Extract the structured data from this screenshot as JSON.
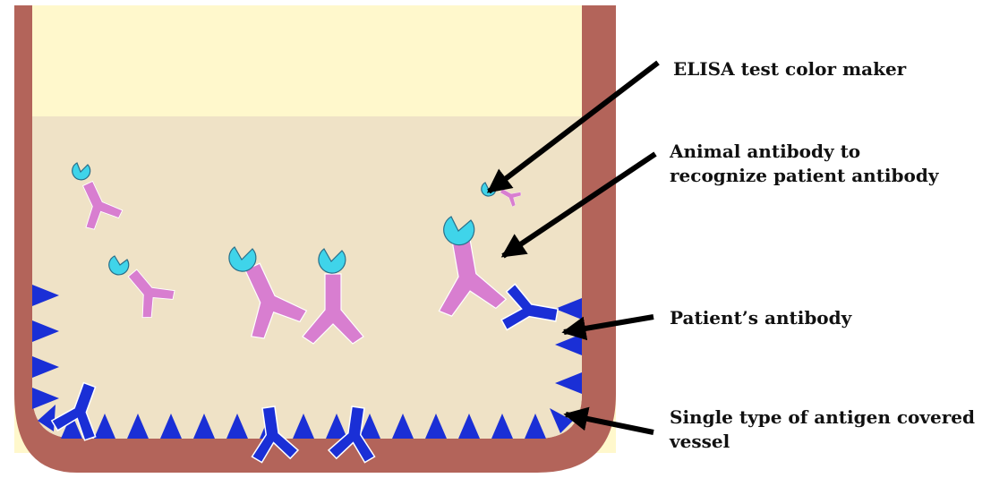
{
  "labels": {
    "color_marker": "ELISA test color maker",
    "animal_antibody_line1": "Animal antibody to",
    "animal_antibody_line2": "recognize patient antibody",
    "patient_antibody": "Patient’s antibody",
    "antigen_vessel_line1": "Single type of antigen covered",
    "antigen_vessel_line2": "vessel"
  },
  "colors": {
    "vessel_wall": "#b3645a",
    "upper_fill": "#fff8cc",
    "liquid": "#efe2c6",
    "antigen": "#1a2fd6",
    "patient_antibody": "#1a2fd6",
    "animal_antibody": "#d87ed0",
    "color_marker": "#3fd4ea",
    "arrow": "#000000"
  }
}
